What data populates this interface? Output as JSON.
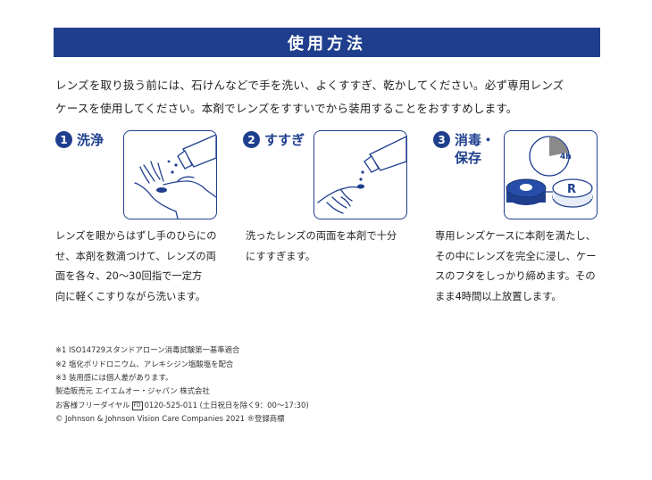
{
  "colors": {
    "brand_blue": "#1f3f8e",
    "text": "#222222"
  },
  "header": {
    "title": "使用方法"
  },
  "intro": {
    "line1": "レンズを取り扱う前には、石けんなどで手を洗い、よくすすぎ、乾かしてください。必ず専用レンズ",
    "line2": "ケースを使用してください。本剤でレンズをすすいでから装用することをおすすめします。"
  },
  "steps": [
    {
      "number": "1",
      "title_line1": "洗浄",
      "title_line2": "",
      "icon": "hand-rubbing-lens-icon",
      "desc": [
        "レンズを眼からはずし手のひらにの",
        "せ、本剤を数滴つけて、レンズの両",
        "面を各々、20〜30回指で一定方",
        "向に軽くこすりながら洗います。"
      ]
    },
    {
      "number": "2",
      "title_line1": "すすぎ",
      "title_line2": "",
      "icon": "rinse-lens-icon",
      "desc": [
        "洗ったレンズの両面を本剤で十分",
        "にすすぎます。"
      ]
    },
    {
      "number": "3",
      "title_line1": "消毒・",
      "title_line2": "保存",
      "icon": "lens-case-clock-icon",
      "clock_label": "4h",
      "case_label": "R",
      "desc": [
        "専用レンズケースに本剤を満たし、",
        "その中にレンズを完全に浸し、ケー",
        "スのフタをしっかり締めます。その",
        "まま4時間以上放置します。"
      ]
    }
  ],
  "notes": [
    "※1 ISO14729スタンドアローン消毒試験第一基準適合",
    "※2 塩化ポリドロニウム、アレキシジン塩酸塩を配合",
    "※3 装用感には個人差があります。"
  ],
  "company": {
    "maker": "製造販売元 エイエムオー・ジャパン 株式会社",
    "hotline_label": "お客様フリーダイヤル",
    "hotline_badge": "FD",
    "hotline_number": "0120-525-011 (土日祝日を除く9：00〜17:30)",
    "copyright": "© Johnson & Johnson Vision Care Companies 2021 ®登録商標"
  }
}
